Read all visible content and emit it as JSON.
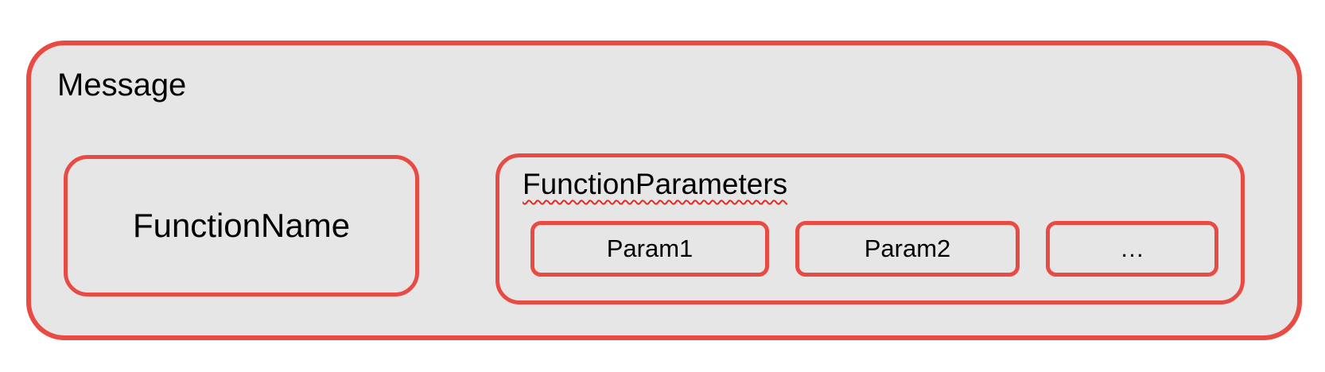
{
  "colors": {
    "border_red": "#e84a44",
    "squiggle_red": "#e02c24",
    "container_fill": "#e7e6e6",
    "text": "#000000",
    "page_background": "#ffffff"
  },
  "diagram": {
    "message": {
      "label": "Message"
    },
    "function_name": {
      "label": "FunctionName"
    },
    "function_parameters": {
      "label": "FunctionParameters",
      "params": [
        {
          "label": "Param1"
        },
        {
          "label": "Param2"
        },
        {
          "label": "…"
        }
      ]
    }
  }
}
